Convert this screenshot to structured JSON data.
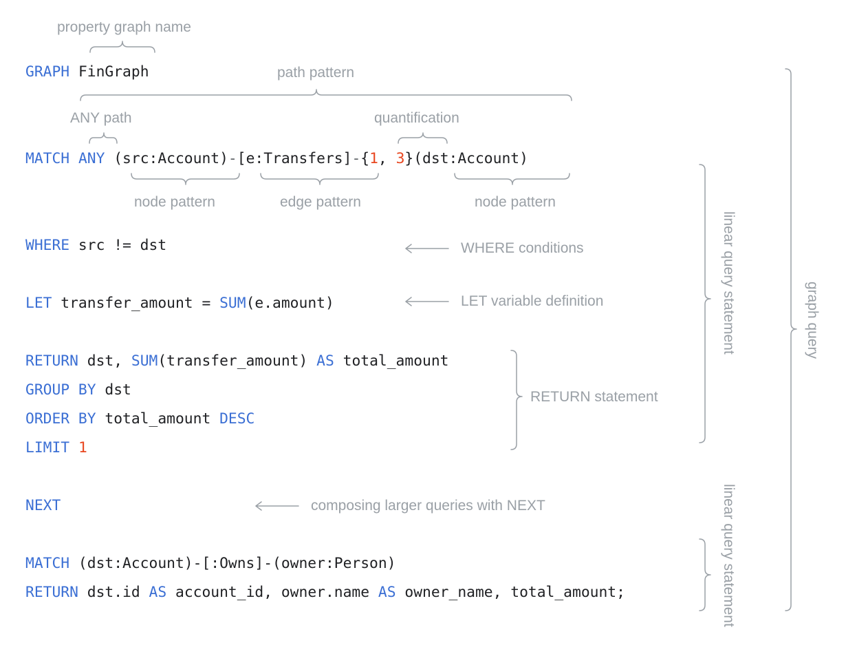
{
  "code": {
    "graph": {
      "kw": "GRAPH",
      "name": "FinGraph"
    },
    "match1": {
      "kw_match": "MATCH",
      "kw_any": "ANY",
      "src": "(src:Account)",
      "dash1": "-",
      "edge": "[e:Transfers]",
      "dash2": "-",
      "q_open": "{",
      "q_min": "1",
      "q_sep": ", ",
      "q_max": "3",
      "q_close": "}",
      "dst": "(dst:Account)"
    },
    "where": {
      "kw": "WHERE",
      "rest": " src != dst"
    },
    "let": {
      "kw": "LET",
      "mid": " transfer_amount = ",
      "fn": "SUM",
      "rest": "(e.amount)"
    },
    "return1": {
      "kw": "RETURN",
      "mid": " dst, ",
      "fn": "SUM",
      "mid2": "(transfer_amount) ",
      "as": "AS",
      "rest": " total_amount"
    },
    "group": {
      "kw": "GROUP BY",
      "rest": " dst"
    },
    "order": {
      "kw": "ORDER BY",
      "rest": " total_amount ",
      "desc": "DESC"
    },
    "limit": {
      "kw": "LIMIT",
      "num": "1"
    },
    "next": {
      "kw": "NEXT"
    },
    "match2": {
      "kw": "MATCH",
      "rest": " (dst:Account)-[:Owns]-(owner:Person)"
    },
    "return2": {
      "kw": "RETURN",
      "p1": " dst.id ",
      "as1": "AS",
      "p2": " account_id, owner.name ",
      "as2": "AS",
      "p3": " owner_name, total_amount;"
    }
  },
  "annotations": {
    "property_graph_name": "property graph name",
    "path_pattern": "path pattern",
    "any_path": "ANY path",
    "quantification": "quantification",
    "node_pattern_1": "node pattern",
    "edge_pattern": "edge pattern",
    "node_pattern_2": "node pattern",
    "where_conditions": "WHERE conditions",
    "let_definition": "LET variable definition",
    "return_statement": "RETURN statement",
    "next_compose": "composing larger queries with NEXT",
    "linear_query_1": "linear query statement",
    "linear_query_2": "linear query statement",
    "graph_query": "graph query"
  },
  "colors": {
    "keyword": "#3b6fd4",
    "number": "#e8461f",
    "annotation": "#9aa0a6",
    "text": "#202124"
  }
}
